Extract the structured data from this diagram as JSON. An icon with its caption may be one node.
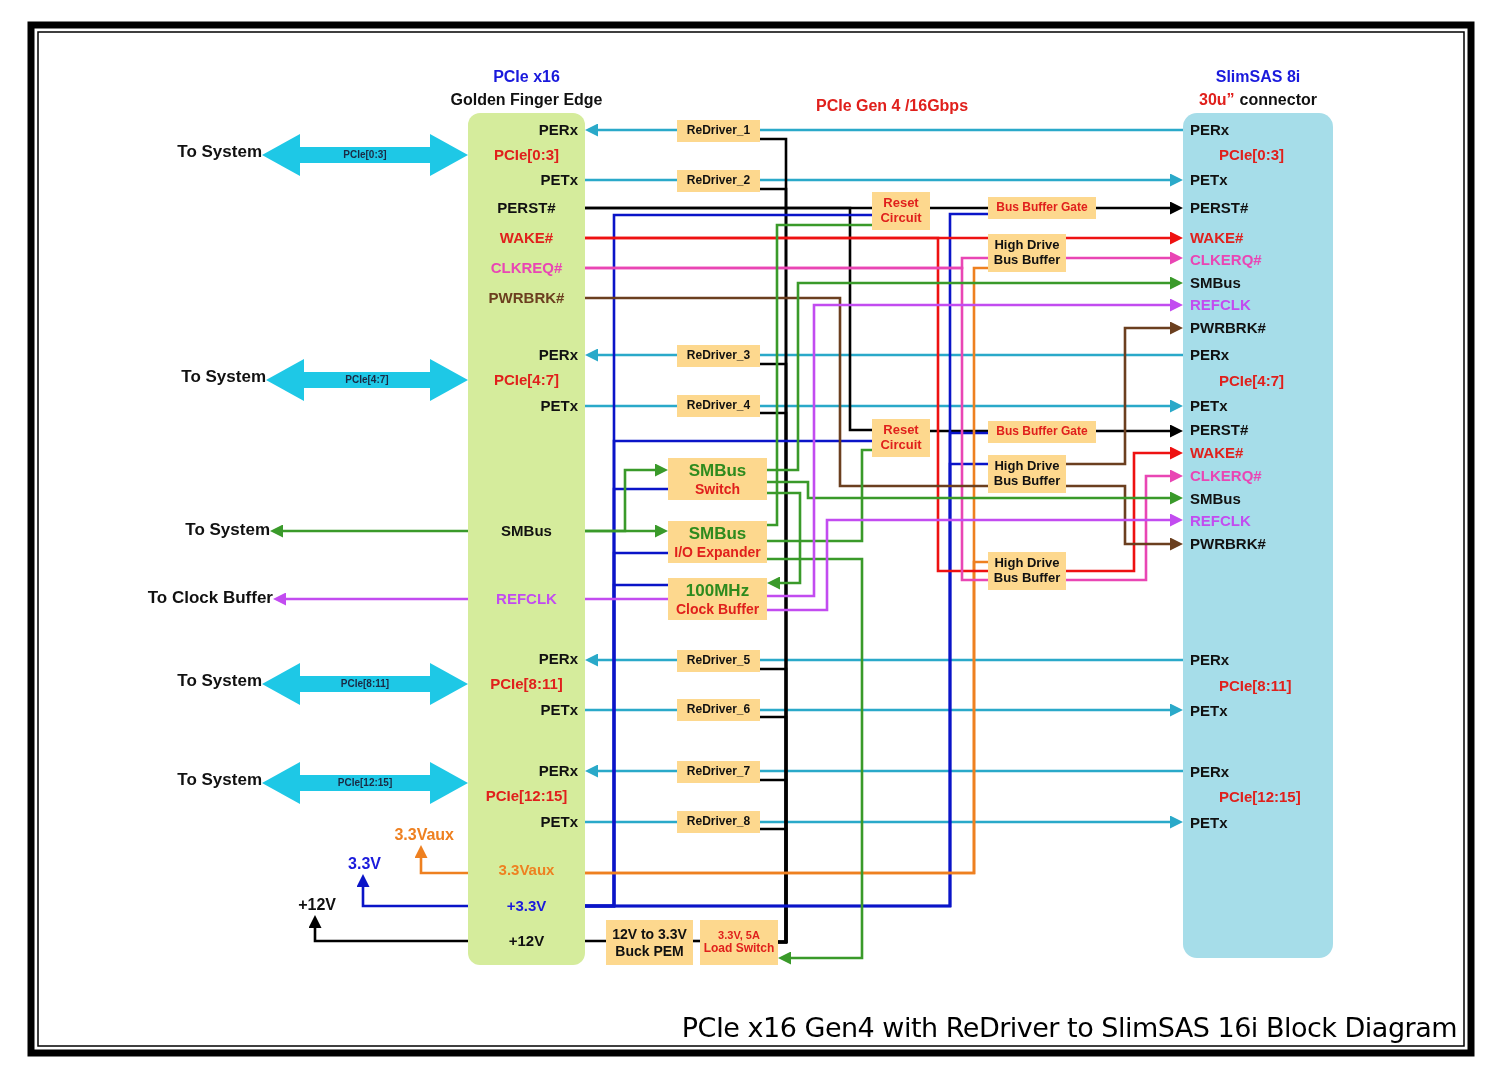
{
  "diagram": {
    "title": "PCIe x16 Gen4 with ReDriver to SlimSAS 16i Block Diagram",
    "nodes": [
      {
        "text": [
          "PCIe x16",
          "Golden Finger Edge"
        ]
      },
      {
        "text": [
          "PERx"
        ],
        "in": 0
      },
      {
        "text": [
          "PCIe[0:3]"
        ],
        "in": 0
      },
      {
        "text": [
          "PETx"
        ],
        "in": 0
      },
      {
        "text": [
          "PERST#"
        ],
        "in": 0
      },
      {
        "text": [
          "WAKE#"
        ],
        "in": 0
      },
      {
        "text": [
          "CLKREQ#"
        ],
        "in": 0
      },
      {
        "text": [
          "PWRBRK#"
        ],
        "in": 0
      },
      {
        "text": [
          "PERx"
        ],
        "in": 0
      },
      {
        "text": [
          "PCIe[4:7]"
        ],
        "in": 0
      },
      {
        "text": [
          "PETx"
        ],
        "in": 0
      },
      {
        "text": [
          "SMBus"
        ],
        "in": 0
      },
      {
        "text": [
          "REFCLK"
        ],
        "in": 0
      },
      {
        "text": [
          "PERx"
        ],
        "in": 0
      },
      {
        "text": [
          "PCIe[8:11]"
        ],
        "in": 0
      },
      {
        "text": [
          "PETx"
        ],
        "in": 0
      },
      {
        "text": [
          "PERx"
        ],
        "in": 0
      },
      {
        "text": [
          "PCIe[12:15]"
        ],
        "in": 0
      },
      {
        "text": [
          "PETx"
        ],
        "in": 0
      },
      {
        "text": [
          "3.3Vaux"
        ],
        "in": 0
      },
      {
        "text": [
          "+3.3V"
        ],
        "in": 0
      },
      {
        "text": [
          "+12V"
        ],
        "in": 0
      },
      {
        "text": [
          "SlimSAS 8i",
          "30u”",
          "connector"
        ]
      },
      {
        "text": [
          "PERx"
        ],
        "in": 22
      },
      {
        "text": [
          "PCIe[0:3]"
        ],
        "in": 22
      },
      {
        "text": [
          "PETx"
        ],
        "in": 22
      },
      {
        "text": [
          "PERST#"
        ],
        "in": 22
      },
      {
        "text": [
          "WAKE#"
        ],
        "in": 22
      },
      {
        "text": [
          "CLKERQ#"
        ],
        "in": 22
      },
      {
        "text": [
          "SMBus"
        ],
        "in": 22
      },
      {
        "text": [
          "REFCLK"
        ],
        "in": 22
      },
      {
        "text": [
          "PWRBRK#"
        ],
        "in": 22
      },
      {
        "text": [
          "PERx"
        ],
        "in": 22
      },
      {
        "text": [
          "PCIe[4:7]"
        ],
        "in": 22
      },
      {
        "text": [
          "PETx"
        ],
        "in": 22
      },
      {
        "text": [
          "PERST#"
        ],
        "in": 22
      },
      {
        "text": [
          "WAKE#"
        ],
        "in": 22
      },
      {
        "text": [
          "CLKERQ#"
        ],
        "in": 22
      },
      {
        "text": [
          "SMBus"
        ],
        "in": 22
      },
      {
        "text": [
          "REFCLK"
        ],
        "in": 22
      },
      {
        "text": [
          "PWRBRK#"
        ],
        "in": 22
      },
      {
        "text": [
          "PERx"
        ],
        "in": 22
      },
      {
        "text": [
          "PCIe[8:11]"
        ],
        "in": 22
      },
      {
        "text": [
          "PETx"
        ],
        "in": 22
      },
      {
        "text": [
          "PERx"
        ],
        "in": 22
      },
      {
        "text": [
          "PCIe[12:15]"
        ],
        "in": 22
      },
      {
        "text": [
          "PETx"
        ],
        "in": 22
      },
      {
        "text": [
          "ReDriver_1"
        ]
      },
      {
        "text": [
          "ReDriver_2"
        ]
      },
      {
        "text": [
          "ReDriver_3"
        ]
      },
      {
        "text": [
          "ReDriver_4"
        ]
      },
      {
        "text": [
          "ReDriver_5"
        ]
      },
      {
        "text": [
          "ReDriver_6"
        ]
      },
      {
        "text": [
          "ReDriver_7"
        ]
      },
      {
        "text": [
          "ReDriver_8"
        ]
      },
      {
        "text": [
          "Reset Circuit"
        ]
      },
      {
        "text": [
          "Bus Buffer Gate"
        ]
      },
      {
        "text": [
          "High Drive Bus Buffer"
        ]
      },
      {
        "text": [
          "Reset Circuit"
        ]
      },
      {
        "text": [
          "Bus Buffer Gate"
        ]
      },
      {
        "text": [
          "High Drive Bus Buffer"
        ]
      },
      {
        "text": [
          "SMBus",
          "Switch"
        ]
      },
      {
        "text": [
          "SMBus",
          "I/O Expander"
        ]
      },
      {
        "text": [
          "100MHz",
          "Clock Buffer"
        ]
      },
      {
        "text": [
          "High Drive Bus Buffer"
        ]
      },
      {
        "text": [
          "12V to 3.3V Buck PEM"
        ]
      },
      {
        "text": [
          "3.3V, 5A",
          "Load Switch"
        ]
      },
      {
        "text": [
          "To System"
        ]
      },
      {
        "text": [
          "To System"
        ]
      },
      {
        "text": [
          "To System"
        ]
      },
      {
        "text": [
          "To Clock Buffer"
        ]
      },
      {
        "text": [
          "To System"
        ]
      },
      {
        "text": [
          "To System"
        ]
      },
      {
        "text": [
          "3.3Vaux"
        ]
      },
      {
        "text": [
          "3.3V"
        ]
      },
      {
        "text": [
          "+12V"
        ]
      }
    ],
    "edges": [
      {
        "from": 67,
        "to": 2,
        "arrow": "both",
        "label": "PCIe[0:3]",
        "style": "thick",
        "color": "#1ec8e6"
      },
      {
        "from": 68,
        "to": 9,
        "arrow": "both",
        "label": "PCIe[4:7]",
        "style": "thick",
        "color": "#1ec8e6"
      },
      {
        "from": 71,
        "to": 14,
        "arrow": "both",
        "label": "PCIe[8:11]",
        "style": "thick",
        "color": "#1ec8e6"
      },
      {
        "from": 72,
        "to": 17,
        "arrow": "both",
        "label": "PCIe[12:15]",
        "style": "thick",
        "color": "#1ec8e6"
      },
      {
        "from": 23,
        "to": 47,
        "arrow": "none",
        "color": "#2aa9c9"
      },
      {
        "from": 47,
        "to": 1,
        "arrow": "to",
        "color": "#2aa9c9"
      },
      {
        "from": 3,
        "to": 48,
        "arrow": "none",
        "color": "#2aa9c9"
      },
      {
        "from": 48,
        "to": 25,
        "arrow": "to",
        "color": "#2aa9c9"
      },
      {
        "from": 32,
        "to": 49,
        "arrow": "none",
        "color": "#2aa9c9"
      },
      {
        "from": 49,
        "to": 8,
        "arrow": "to",
        "color": "#2aa9c9"
      },
      {
        "from": 10,
        "to": 50,
        "arrow": "none",
        "color": "#2aa9c9"
      },
      {
        "from": 50,
        "to": 34,
        "arrow": "to",
        "color": "#2aa9c9"
      },
      {
        "from": 41,
        "to": 51,
        "arrow": "none",
        "color": "#2aa9c9"
      },
      {
        "from": 51,
        "to": 13,
        "arrow": "to",
        "color": "#2aa9c9"
      },
      {
        "from": 15,
        "to": 52,
        "arrow": "none",
        "color": "#2aa9c9"
      },
      {
        "from": 52,
        "to": 43,
        "arrow": "to",
        "color": "#2aa9c9"
      },
      {
        "from": 44,
        "to": 53,
        "arrow": "none",
        "color": "#2aa9c9"
      },
      {
        "from": 53,
        "to": 16,
        "arrow": "to",
        "color": "#2aa9c9"
      },
      {
        "from": 18,
        "to": 54,
        "arrow": "none",
        "color": "#2aa9c9"
      },
      {
        "from": 54,
        "to": 46,
        "arrow": "to",
        "color": "#2aa9c9"
      },
      {
        "from": 66,
        "to": 47,
        "arrow": "none",
        "color": "#000000"
      },
      {
        "from": 66,
        "to": 48,
        "arrow": "none",
        "color": "#000000"
      },
      {
        "from": 66,
        "to": 49,
        "arrow": "none",
        "color": "#000000"
      },
      {
        "from": 66,
        "to": 50,
        "arrow": "none",
        "color": "#000000"
      },
      {
        "from": 66,
        "to": 51,
        "arrow": "none",
        "color": "#000000"
      },
      {
        "from": 66,
        "to": 52,
        "arrow": "none",
        "color": "#000000"
      },
      {
        "from": 66,
        "to": 53,
        "arrow": "none",
        "color": "#000000"
      },
      {
        "from": 66,
        "to": 54,
        "arrow": "none",
        "color": "#000000"
      },
      {
        "from": 21,
        "to": 65,
        "arrow": "none",
        "color": "#000000"
      },
      {
        "from": 65,
        "to": 66,
        "arrow": "none",
        "color": "#000000"
      },
      {
        "from": 21,
        "to": 75,
        "arrow": "to",
        "color": "#000000"
      },
      {
        "from": 4,
        "to": 55,
        "arrow": "none",
        "color": "#000000"
      },
      {
        "from": 4,
        "to": 58,
        "arrow": "none",
        "color": "#000000"
      },
      {
        "from": 55,
        "to": 56,
        "arrow": "none",
        "color": "#000000"
      },
      {
        "from": 56,
        "to": 26,
        "arrow": "to",
        "color": "#000000"
      },
      {
        "from": 58,
        "to": 59,
        "arrow": "none",
        "color": "#000000"
      },
      {
        "from": 59,
        "to": 35,
        "arrow": "to",
        "color": "#000000"
      },
      {
        "from": 20,
        "to": 55,
        "arrow": "none",
        "color": "#0a14c8"
      },
      {
        "from": 20,
        "to": 58,
        "arrow": "none",
        "color": "#0a14c8"
      },
      {
        "from": 20,
        "to": 61,
        "arrow": "none",
        "color": "#0a14c8"
      },
      {
        "from": 20,
        "to": 62,
        "arrow": "none",
        "color": "#0a14c8"
      },
      {
        "from": 20,
        "to": 63,
        "arrow": "none",
        "color": "#0a14c8"
      },
      {
        "from": 20,
        "to": 56,
        "arrow": "none",
        "color": "#0a14c8"
      },
      {
        "from": 20,
        "to": 59,
        "arrow": "none",
        "color": "#0a14c8"
      },
      {
        "from": 20,
        "to": 60,
        "arrow": "none",
        "color": "#0a14c8"
      },
      {
        "from": 20,
        "to": 74,
        "arrow": "to",
        "color": "#0a14c8"
      },
      {
        "from": 19,
        "to": 73,
        "arrow": "to",
        "color": "#ee8020"
      },
      {
        "from": 19,
        "to": 57,
        "arrow": "none",
        "color": "#ee8020"
      },
      {
        "from": 19,
        "to": 64,
        "arrow": "none",
        "color": "#ee8020"
      },
      {
        "from": 5,
        "to": 57,
        "arrow": "none",
        "color": "#ee1111"
      },
      {
        "from": 57,
        "to": 27,
        "arrow": "to",
        "color": "#ee1111"
      },
      {
        "from": 5,
        "to": 64,
        "arrow": "none",
        "color": "#ee1111"
      },
      {
        "from": 64,
        "to": 36,
        "arrow": "to",
        "color": "#ee1111"
      },
      {
        "from": 6,
        "to": 57,
        "arrow": "none",
        "color": "#e946b4"
      },
      {
        "from": 57,
        "to": 28,
        "arrow": "to",
        "color": "#e946b4"
      },
      {
        "from": 6,
        "to": 64,
        "arrow": "none",
        "color": "#e946b4"
      },
      {
        "from": 64,
        "to": 37,
        "arrow": "to",
        "color": "#e946b4"
      },
      {
        "from": 7,
        "to": 60,
        "arrow": "none",
        "color": "#6b3f1f"
      },
      {
        "from": 60,
        "to": 31,
        "arrow": "to",
        "color": "#6b3f1f"
      },
      {
        "from": 60,
        "to": 40,
        "arrow": "to",
        "color": "#6b3f1f"
      },
      {
        "from": 11,
        "to": 69,
        "arrow": "to",
        "color": "#3a9a2a"
      },
      {
        "from": 11,
        "to": 61,
        "arrow": "to",
        "color": "#3a9a2a"
      },
      {
        "from": 11,
        "to": 62,
        "arrow": "to",
        "color": "#3a9a2a"
      },
      {
        "from": 61,
        "to": 29,
        "arrow": "to",
        "color": "#3a9a2a"
      },
      {
        "from": 61,
        "to": 38,
        "arrow": "to",
        "color": "#3a9a2a"
      },
      {
        "from": 61,
        "to": 63,
        "arrow": "to",
        "color": "#3a9a2a"
      },
      {
        "from": 62,
        "to": 55,
        "arrow": "none",
        "color": "#3a9a2a"
      },
      {
        "from": 62,
        "to": 58,
        "arrow": "none",
        "color": "#3a9a2a"
      },
      {
        "from": 62,
        "to": 66,
        "arrow": "to",
        "color": "#3a9a2a"
      },
      {
        "from": 12,
        "to": 70,
        "arrow": "to",
        "color": "#c24cf0"
      },
      {
        "from": 12,
        "to": 63,
        "arrow": "none",
        "color": "#c24cf0"
      },
      {
        "from": 63,
        "to": 30,
        "arrow": "to",
        "color": "#c24cf0"
      },
      {
        "from": 63,
        "to": 39,
        "arrow": "to",
        "color": "#c24cf0"
      }
    ],
    "labels": [
      "PCIe Gen 4 /16Gbps"
    ]
  }
}
